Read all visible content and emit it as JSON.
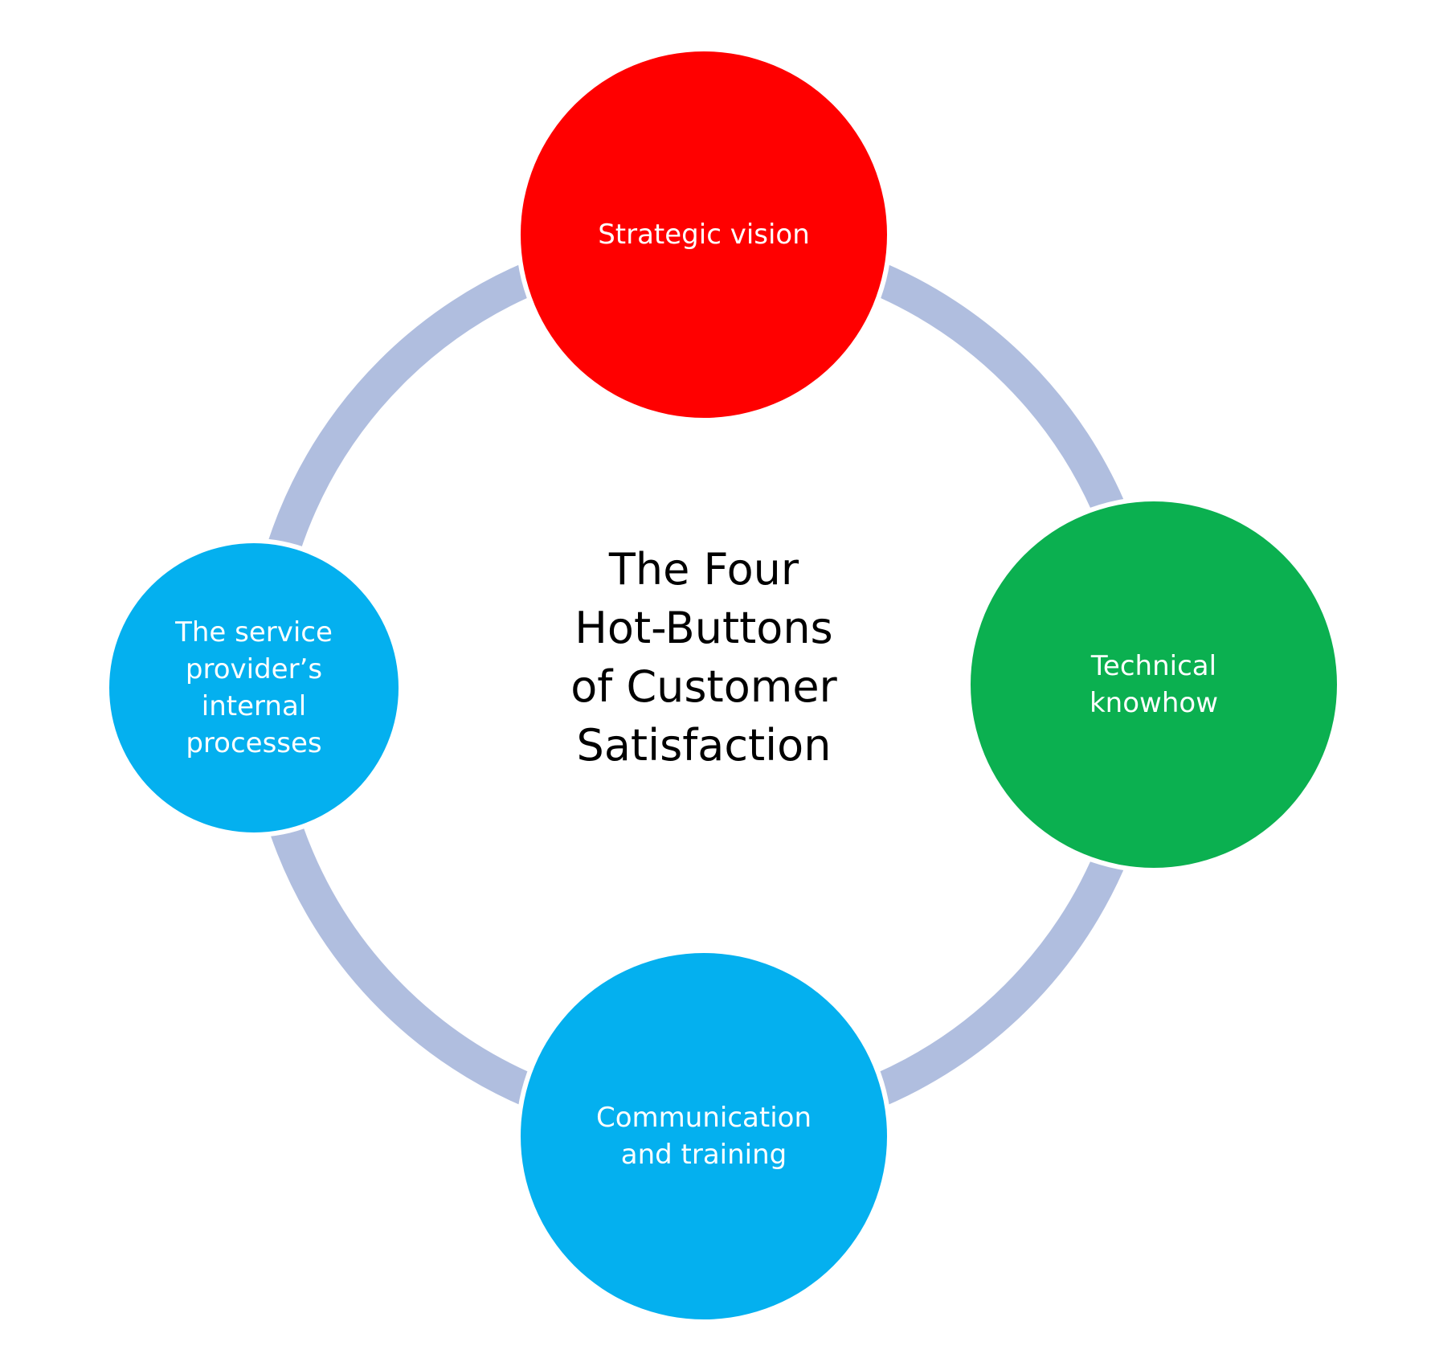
{
  "title_lines": [
    "The Four",
    "Hot-Buttons",
    "of Customer",
    "Satisfaction"
  ],
  "colors": {
    "ring": "#b0bedf",
    "background": "#ffffff",
    "node_text": "#ffffff",
    "title_text": "#000000"
  },
  "nodes": [
    {
      "id": "strategic-vision",
      "label_lines": [
        "Strategic vision"
      ],
      "color": "#ff0000"
    },
    {
      "id": "technical-knowhow",
      "label_lines": [
        "Technical",
        "knowhow"
      ],
      "color": "#0bb050"
    },
    {
      "id": "communication-training",
      "label_lines": [
        "Communication",
        "and training"
      ],
      "color": "#04b0ef"
    },
    {
      "id": "internal-processes",
      "label_lines": [
        "The service",
        "provider’s",
        "internal",
        "processes"
      ],
      "color": "#04b0ef"
    }
  ]
}
